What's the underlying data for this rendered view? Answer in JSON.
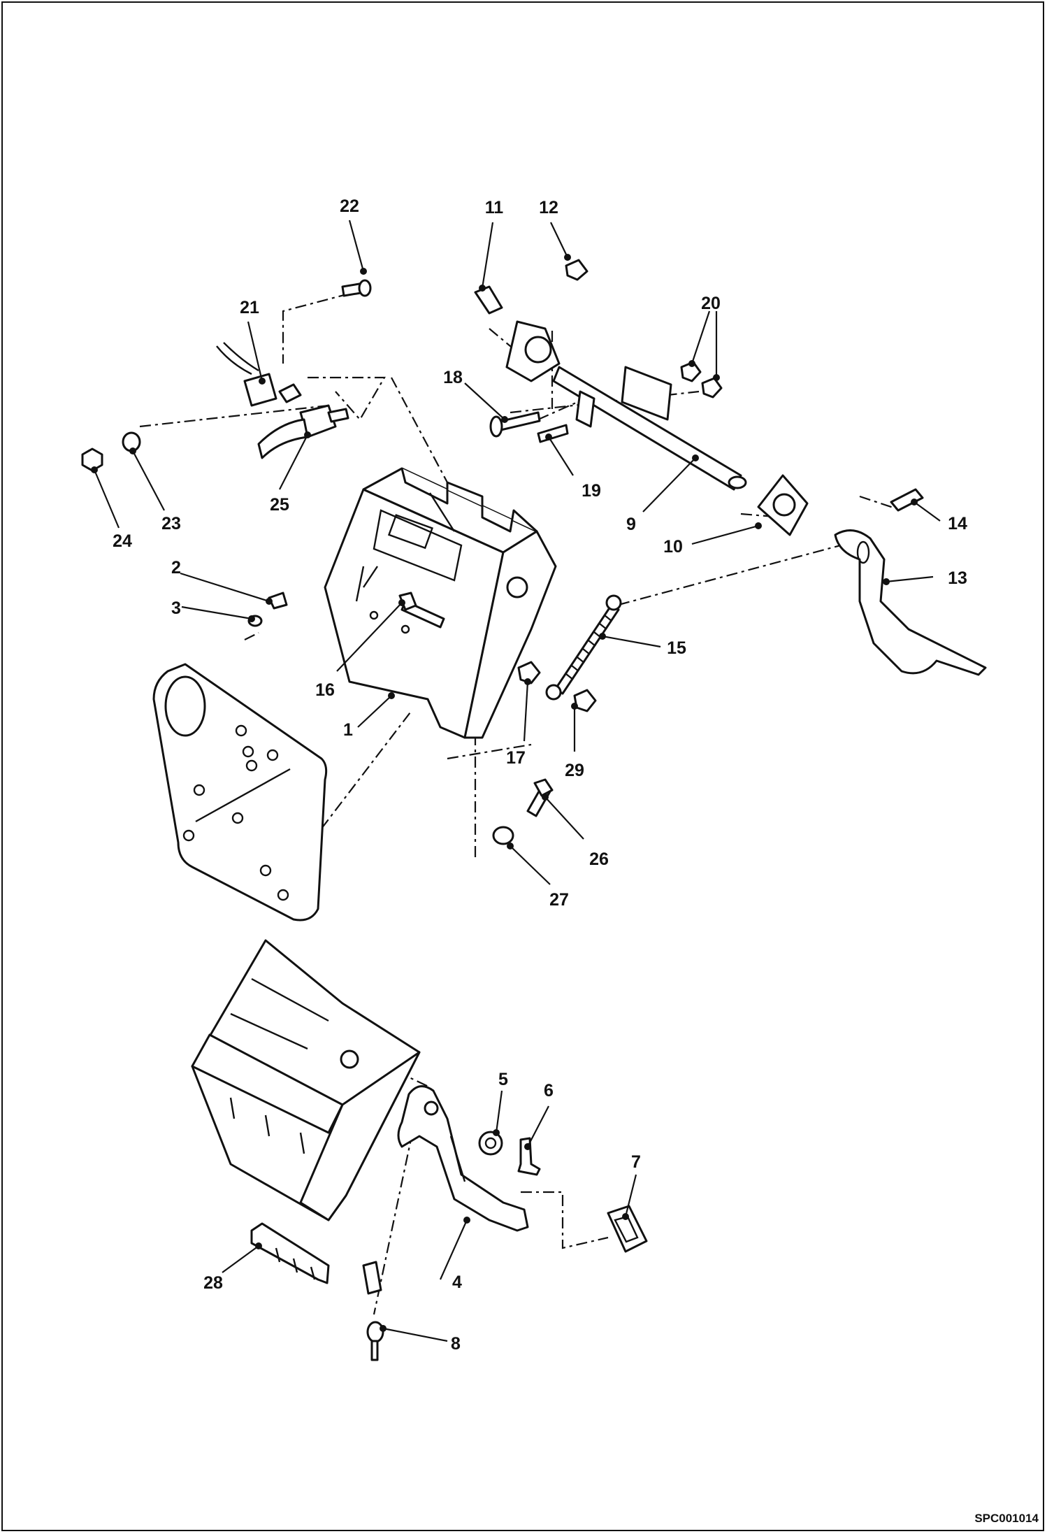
{
  "drawing_id": "SPC001014",
  "callouts": [
    {
      "label": "1"
    },
    {
      "label": "2"
    },
    {
      "label": "3"
    },
    {
      "label": "4"
    },
    {
      "label": "5"
    },
    {
      "label": "6"
    },
    {
      "label": "7"
    },
    {
      "label": "8"
    },
    {
      "label": "9"
    },
    {
      "label": "10"
    },
    {
      "label": "11"
    },
    {
      "label": "12"
    },
    {
      "label": "13"
    },
    {
      "label": "14"
    },
    {
      "label": "15"
    },
    {
      "label": "16"
    },
    {
      "label": "17"
    },
    {
      "label": "18"
    },
    {
      "label": "19"
    },
    {
      "label": "20"
    },
    {
      "label": "21"
    },
    {
      "label": "22"
    },
    {
      "label": "23"
    },
    {
      "label": "24"
    },
    {
      "label": "25"
    },
    {
      "label": "26"
    },
    {
      "label": "27"
    },
    {
      "label": "28"
    },
    {
      "label": "29"
    }
  ]
}
